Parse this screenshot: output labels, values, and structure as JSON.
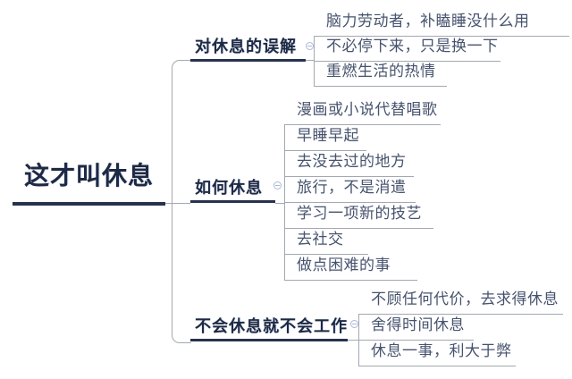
{
  "root": {
    "label": "这才叫休息"
  },
  "branches": [
    {
      "label": "对休息的误解",
      "children": [
        "脑力劳动者，补瞌睡没什么用",
        "不必停下来，只是换一下",
        "重燃生活的热情"
      ]
    },
    {
      "label": "如何休息",
      "children": [
        "漫画或小说代替唱歌",
        "早睡早起",
        "去没去过的地方",
        "旅行，不是消遣",
        "学习一项新的技艺",
        "去社交",
        "做点困难的事"
      ]
    },
    {
      "label": "不会休息就不会工作",
      "children": [
        "不顾任何代价，去求得休息",
        "舍得时间休息",
        "休息一事，利大于弊"
      ]
    }
  ],
  "icons": {
    "collapse": "minus-in-circle"
  },
  "colors": {
    "topic_text": "#1e2943",
    "topic_underline": "#27324e",
    "child_text": "#47536e",
    "connector": "#a4a8b0",
    "collapse_button": "#aab8d8",
    "background": "#ffffff"
  }
}
